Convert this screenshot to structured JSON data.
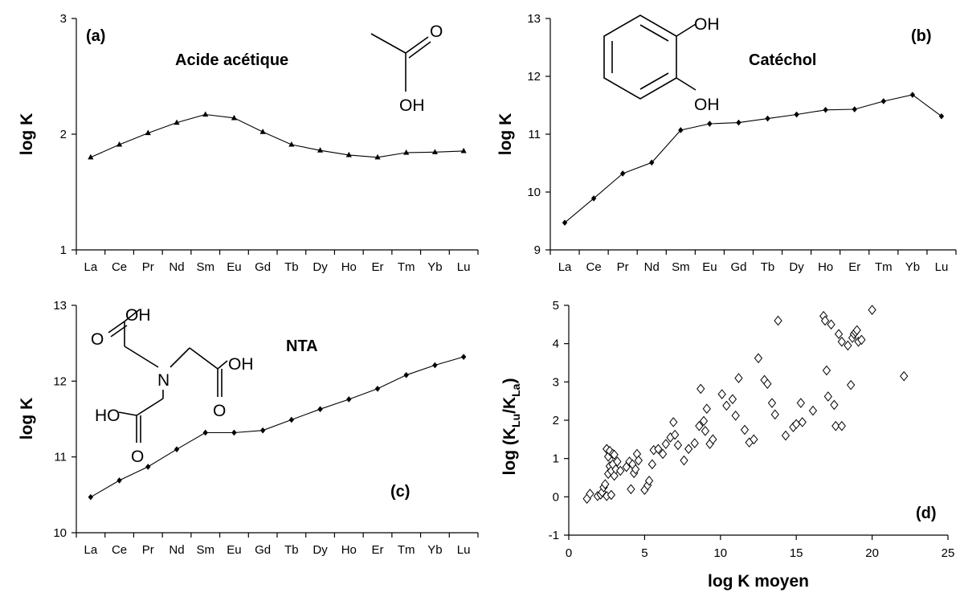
{
  "chart_data": [
    {
      "type": "line",
      "tag": "(a)",
      "title": "Acide acétique",
      "ylabel": "log K",
      "xlabel": "",
      "categories": [
        "La",
        "Ce",
        "Pr",
        "Nd",
        "Sm",
        "Eu",
        "Gd",
        "Tb",
        "Dy",
        "Ho",
        "Er",
        "Tm",
        "Yb",
        "Lu"
      ],
      "ylim": [
        1,
        3
      ],
      "yticks": [
        1,
        2,
        3
      ],
      "series": [
        {
          "values": [
            1.8,
            1.91,
            2.01,
            2.1,
            2.17,
            2.14,
            2.02,
            1.91,
            1.86,
            1.82,
            1.8,
            1.84,
            1.845,
            1.855
          ]
        }
      ],
      "marker": "triangle",
      "grid": false,
      "molecule": {
        "labels": [
          "O",
          "OH"
        ]
      }
    },
    {
      "type": "line",
      "tag": "(b)",
      "title": "Catéchol",
      "ylabel": "log K",
      "xlabel": "",
      "categories": [
        "La",
        "Ce",
        "Pr",
        "Nd",
        "Sm",
        "Eu",
        "Gd",
        "Tb",
        "Dy",
        "Ho",
        "Er",
        "Tm",
        "Yb",
        "Lu"
      ],
      "ylim": [
        9,
        13
      ],
      "yticks": [
        9,
        10,
        11,
        12,
        13
      ],
      "series": [
        {
          "values": [
            9.47,
            9.89,
            10.32,
            10.51,
            11.07,
            11.18,
            11.2,
            11.27,
            11.34,
            11.42,
            11.43,
            11.57,
            11.68,
            11.31
          ]
        }
      ],
      "marker": "diamond",
      "grid": false,
      "molecule": {
        "labels": [
          "OH",
          "OH"
        ]
      }
    },
    {
      "type": "line",
      "tag": "(c)",
      "title": "NTA",
      "ylabel": "log K",
      "xlabel": "",
      "categories": [
        "La",
        "Ce",
        "Pr",
        "Nd",
        "Sm",
        "Eu",
        "Gd",
        "Tb",
        "Dy",
        "Ho",
        "Er",
        "Tm",
        "Yb",
        "Lu"
      ],
      "ylim": [
        10,
        13
      ],
      "yticks": [
        10,
        11,
        12,
        13
      ],
      "series": [
        {
          "values": [
            10.47,
            10.69,
            10.87,
            11.1,
            11.32,
            11.32,
            11.35,
            11.49,
            11.63,
            11.76,
            11.9,
            12.08,
            12.21,
            12.32
          ]
        }
      ],
      "marker": "diamond",
      "grid": false,
      "molecule": {
        "labels": [
          "OH",
          "O",
          "N",
          "OH",
          "HO",
          "O",
          "O"
        ]
      }
    },
    {
      "type": "scatter",
      "tag": "(d)",
      "title": "",
      "xlabel": "log K moyen",
      "ylabel_main": "log (K",
      "ylabel_sub1": "Lu",
      "ylabel_mid": "/K",
      "ylabel_sub2": "La",
      "ylabel_end": ")",
      "xlim": [
        0,
        25
      ],
      "ylim": [
        -1,
        5
      ],
      "xticks": [
        0,
        5,
        10,
        15,
        20,
        25
      ],
      "yticks": [
        -1,
        0,
        1,
        2,
        3,
        4,
        5
      ],
      "marker": "open-diamond",
      "grid": false,
      "x": [
        1.2,
        1.4,
        1.9,
        2.1,
        2.2,
        2.3,
        2.4,
        2.5,
        2.5,
        2.6,
        2.6,
        2.7,
        2.7,
        2.8,
        2.8,
        2.9,
        2.9,
        3.0,
        3.0,
        3.1,
        3.2,
        3.4,
        3.8,
        4.0,
        4.1,
        4.2,
        4.3,
        4.4,
        4.5,
        4.6,
        5.0,
        5.2,
        5.3,
        5.5,
        5.6,
        5.9,
        6.2,
        6.4,
        6.7,
        6.9,
        7.0,
        7.2,
        7.6,
        7.9,
        8.3,
        8.6,
        8.7,
        8.9,
        9.0,
        9.1,
        9.3,
        9.5,
        10.1,
        10.4,
        10.8,
        11.0,
        11.2,
        11.6,
        11.9,
        12.2,
        12.5,
        12.9,
        13.1,
        13.4,
        13.6,
        13.8,
        14.3,
        14.8,
        15.0,
        15.3,
        15.4,
        16.1,
        16.8,
        16.9,
        17.0,
        17.1,
        17.3,
        17.5,
        17.6,
        17.8,
        18.0,
        18.0,
        18.4,
        18.6,
        18.7,
        18.8,
        18.9,
        19.0,
        19.1,
        19.3,
        20.0,
        22.1
      ],
      "y": [
        -0.05,
        0.08,
        0.02,
        0.06,
        0.12,
        0.25,
        0.33,
        0.02,
        1.25,
        0.6,
        1.05,
        0.8,
        1.2,
        0.05,
        0.68,
        0.85,
        1.12,
        1.1,
        0.55,
        0.72,
        0.92,
        0.68,
        0.78,
        0.92,
        0.2,
        0.85,
        0.62,
        0.72,
        1.12,
        0.95,
        0.18,
        0.3,
        0.42,
        0.85,
        1.22,
        1.25,
        1.12,
        1.38,
        1.55,
        1.95,
        1.62,
        1.35,
        0.95,
        1.25,
        1.4,
        1.85,
        2.82,
        1.98,
        1.72,
        2.3,
        1.38,
        1.5,
        2.68,
        2.38,
        2.55,
        2.12,
        3.1,
        1.75,
        1.42,
        1.5,
        3.62,
        3.05,
        2.95,
        2.45,
        2.15,
        4.6,
        1.6,
        1.82,
        1.9,
        2.45,
        1.95,
        2.25,
        4.72,
        4.6,
        3.3,
        2.62,
        4.5,
        2.4,
        1.85,
        4.25,
        4.05,
        1.85,
        3.95,
        2.92,
        4.15,
        4.25,
        4.3,
        4.35,
        4.05,
        4.1,
        4.88,
        3.15
      ]
    }
  ]
}
